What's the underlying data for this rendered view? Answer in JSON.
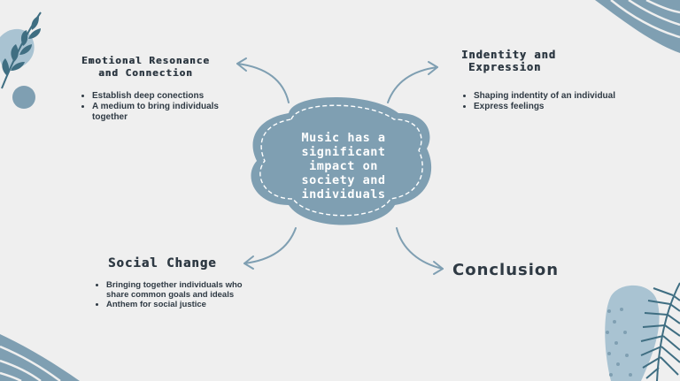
{
  "center": {
    "lines": [
      "Music has a",
      "significant",
      "impact on",
      "society and",
      "individuals"
    ]
  },
  "nodes": {
    "emotional": {
      "title": [
        "Emotional Resonance",
        "and Connection"
      ],
      "bullets": [
        "Establish deep conections",
        "A medium to bring individuals together"
      ]
    },
    "identity": {
      "title": [
        "Indentity and",
        "Expression"
      ],
      "bullets": [
        "Shaping indentity of an individual",
        "Express feelings"
      ]
    },
    "social": {
      "title": [
        "Social Change"
      ],
      "bullets": [
        "Bringing together individuals who share common goals and ideals",
        "Anthem for social justice"
      ]
    },
    "conclusion": {
      "title": "Conclusion"
    }
  },
  "colors": {
    "accent": "#7f9fb2",
    "text": "#2f3a44",
    "background": "#efefef",
    "center_text": "#ffffff"
  }
}
